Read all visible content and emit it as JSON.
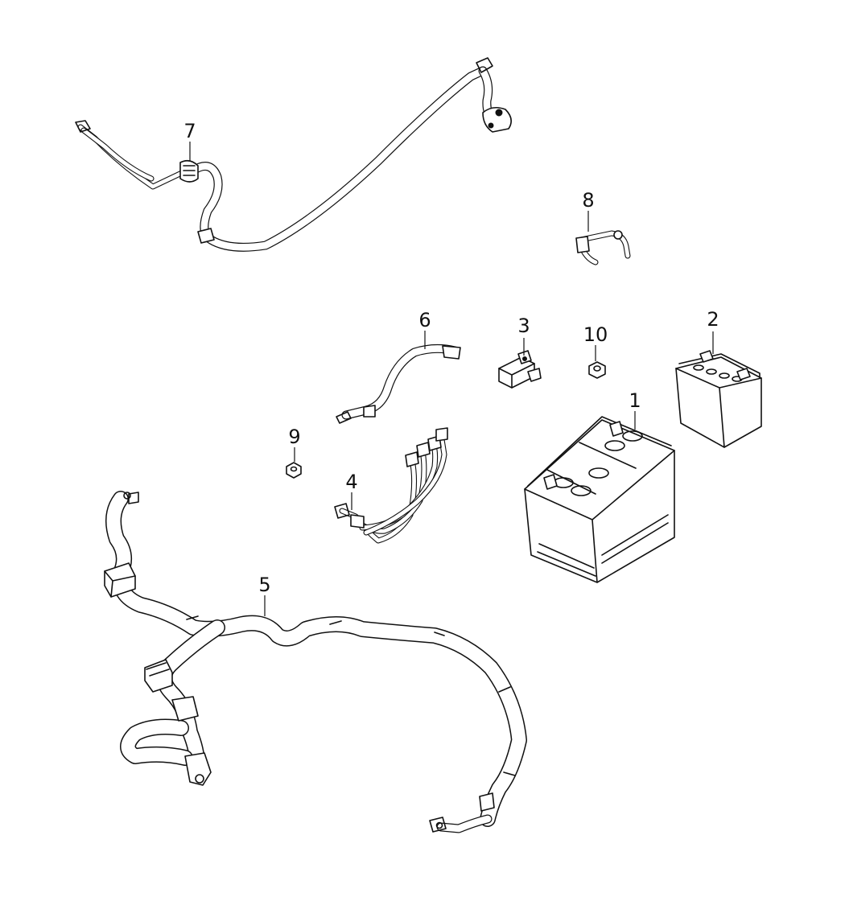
{
  "diagram": {
    "callouts": [
      {
        "id": "c1",
        "text": "1"
      },
      {
        "id": "c2",
        "text": "2"
      },
      {
        "id": "c3",
        "text": "3"
      },
      {
        "id": "c4",
        "text": "4"
      },
      {
        "id": "c5",
        "text": "5"
      },
      {
        "id": "c6",
        "text": "6"
      },
      {
        "id": "c7",
        "text": "7"
      },
      {
        "id": "c8",
        "text": "8"
      },
      {
        "id": "c9",
        "text": "9"
      },
      {
        "id": "c10",
        "text": "10"
      }
    ]
  }
}
